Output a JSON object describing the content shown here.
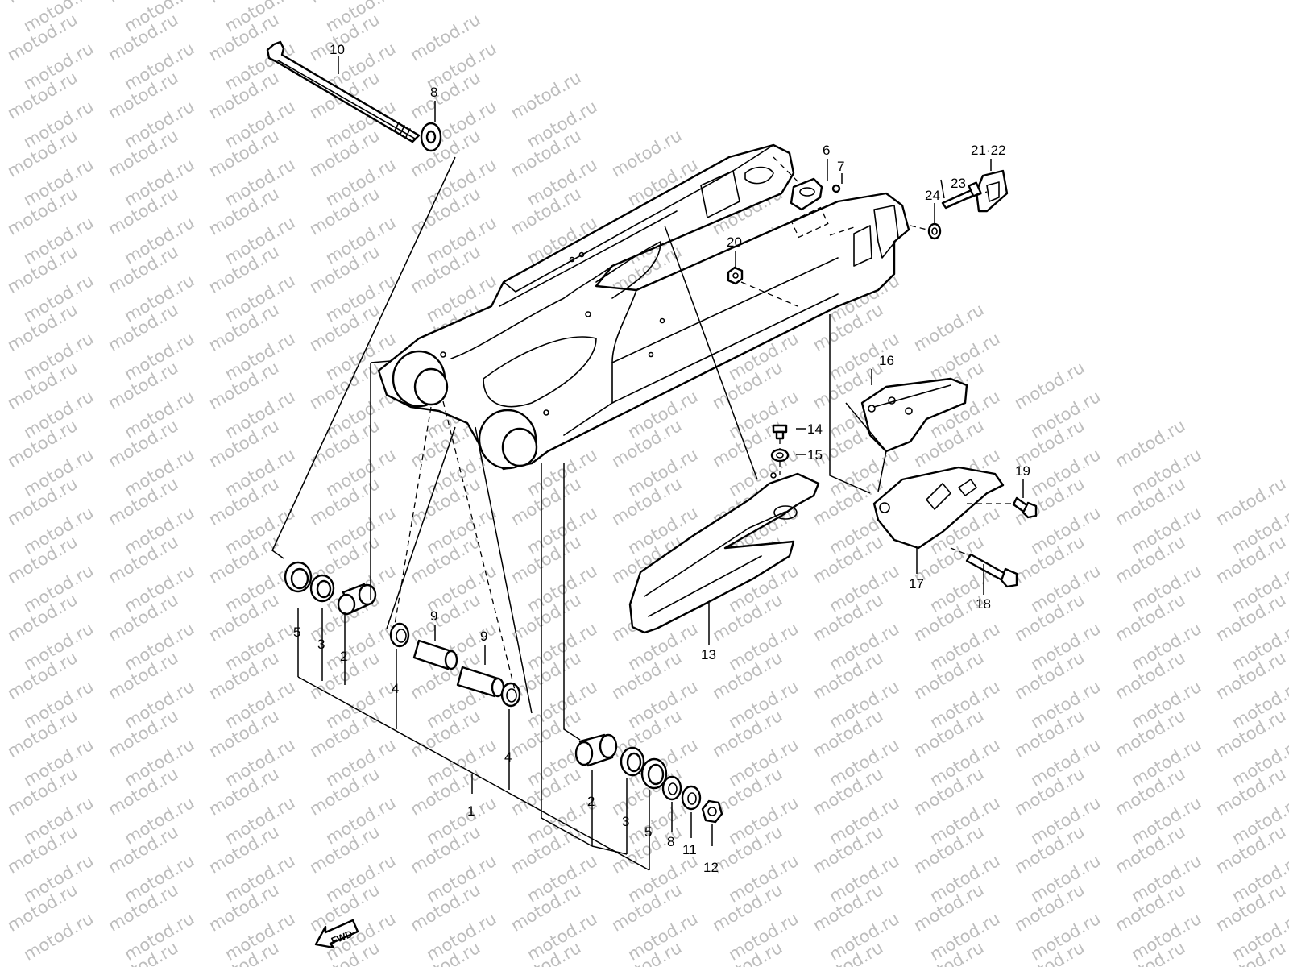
{
  "watermark": "motod.ru",
  "fwd_label": "FWD",
  "callouts": {
    "c1": "1",
    "c2a": "2",
    "c2b": "2",
    "c3a": "3",
    "c3b": "3",
    "c4a": "4",
    "c4b": "4",
    "c5a": "5",
    "c5b": "5",
    "c6": "6",
    "c7": "7",
    "c8a": "8",
    "c8b": "8",
    "c9a": "9",
    "c9b": "9",
    "c10": "10",
    "c11": "11",
    "c12": "12",
    "c13": "13",
    "c14": "14",
    "c15": "15",
    "c16": "16",
    "c17": "17",
    "c18": "18",
    "c19": "19",
    "c20": "20",
    "c21_22": "21·22",
    "c23": "23",
    "c24": "24"
  },
  "colors": {
    "line": "#000000",
    "watermark": "#bdbdbd",
    "background": "#ffffff"
  }
}
